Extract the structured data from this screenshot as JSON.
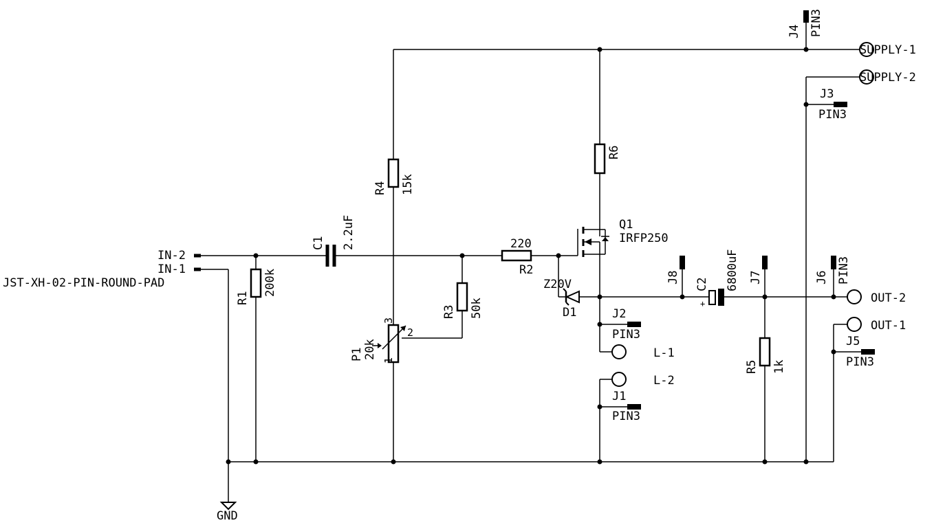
{
  "inputs": {
    "in2": "IN-2",
    "in1": "IN-1",
    "connector": "JST-XH-02-PIN-ROUND-PAD"
  },
  "gnd": "GND",
  "c1": {
    "ref": "C1",
    "value": "2.2uF"
  },
  "r1": {
    "ref": "R1",
    "value": "200k"
  },
  "r4": {
    "ref": "R4",
    "value": "15k"
  },
  "p1": {
    "ref": "P1",
    "value": "20k",
    "pin1": "1",
    "pin2": "2",
    "pin3": "3"
  },
  "r3": {
    "ref": "R3",
    "value": "50k"
  },
  "r2": {
    "ref": "R2",
    "value": "220"
  },
  "r6": {
    "ref": "R6"
  },
  "q1": {
    "ref": "Q1",
    "value": "IRFP250"
  },
  "d1": {
    "ref": "D1",
    "value": "Z20V"
  },
  "c2": {
    "ref": "C2",
    "value": "6800uF",
    "polarity": "+"
  },
  "r5": {
    "ref": "R5",
    "value": "1k"
  },
  "jumpers": {
    "j1": {
      "ref": "J1",
      "type": "PIN3"
    },
    "j2": {
      "ref": "J2",
      "type": "PIN3"
    },
    "j3": {
      "ref": "J3",
      "type": "PIN3"
    },
    "j4": {
      "ref": "J4",
      "type": "PIN3"
    },
    "j5": {
      "ref": "J5",
      "type": "PIN3"
    },
    "j6": {
      "ref": "J6",
      "type": "PIN3"
    },
    "j7": {
      "ref": "J7"
    },
    "j8": {
      "ref": "J8"
    }
  },
  "terminals": {
    "supply1": "SUPPLY-1",
    "supply2": "SUPPLY-2",
    "out2": "OUT-2",
    "out1": "OUT-1",
    "l1": "L-1",
    "l2": "L-2"
  }
}
